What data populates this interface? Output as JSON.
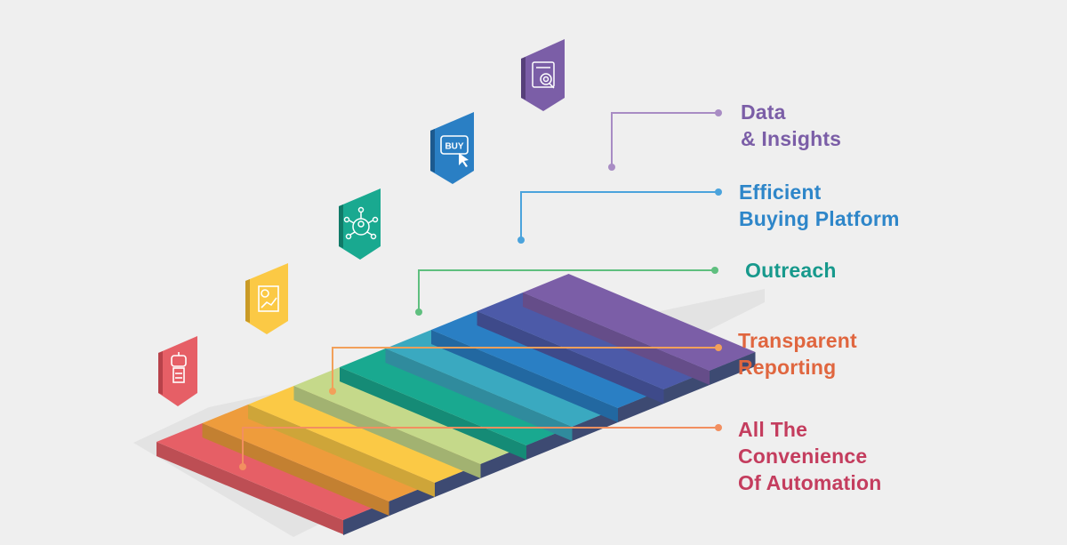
{
  "labels": [
    {
      "lines": [
        "Data",
        "& Insights"
      ],
      "color": "#7b5ea7",
      "icon": "analytics-search-icon"
    },
    {
      "lines": [
        "Efficient",
        "Buying Platform"
      ],
      "color": "#2e86c9",
      "icon": "buy-button-icon",
      "icon_text": "BUY"
    },
    {
      "lines": [
        "Outreach"
      ],
      "color": "#17998c",
      "icon": "network-people-icon"
    },
    {
      "lines": [
        "Transparent",
        "Reporting"
      ],
      "color": "#e0663f",
      "icon": "report-chart-icon"
    },
    {
      "lines": [
        "All The",
        "Convenience",
        "Of Automation"
      ],
      "color": "#c43d5e",
      "icon": "robot-icon"
    }
  ],
  "step_colors": [
    "#e65f66",
    "#ee9c3c",
    "#fbc945",
    "#c5d98a",
    "#19a990",
    "#3aa9c0",
    "#2a7fc4",
    "#4c5aa8",
    "#7b5ea7"
  ],
  "side_color": "#3d4a72",
  "background": "#efefef"
}
